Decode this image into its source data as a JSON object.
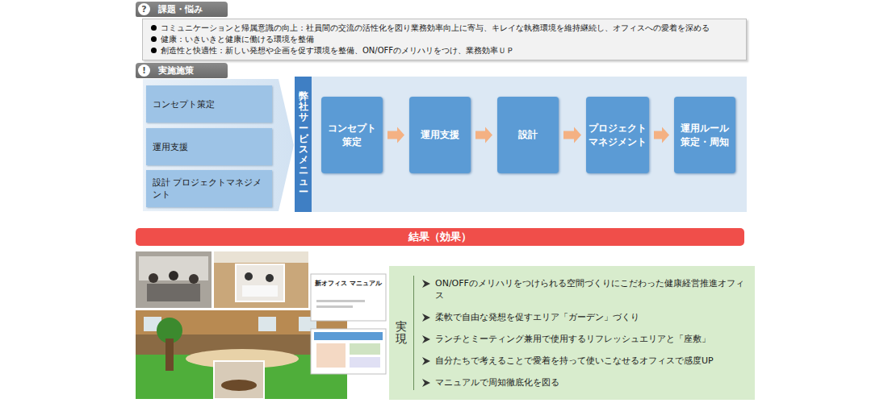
{
  "diagram": {
    "nodes": [
      {
        "text": [
          "課題・悩み"
        ]
      },
      {
        "text": [
          "コミュニケーションと帰属意識の向上：社員間の交流の活性化を図り業務効率向上に寄与、キレイな執務環境を維持継続し、オフィスへの愛着を深める",
          "健康：いきいきと健康に働ける環境を整備",
          "創造性と快適性：新しい発想や企画を促す環境を整備、ON/OFFのメリハリをつけ、業務効率ＵＰ"
        ]
      },
      {
        "text": [
          "実施施策"
        ]
      },
      {
        "text": [
          "コンセプト策定"
        ]
      },
      {
        "text": [
          "運用支援"
        ]
      },
      {
        "text": [
          "設計 プロジェクトマネジメント"
        ]
      },
      {
        "text": [
          "弊社サービスメニュー"
        ]
      },
      {
        "text": [
          "コンセプト策定"
        ]
      },
      {
        "text": [
          "運用支援"
        ]
      },
      {
        "text": [
          "設計"
        ]
      },
      {
        "text": [
          "プロジェクトマネジメント"
        ]
      },
      {
        "text": [
          "運用ルール策定・周知"
        ]
      },
      {
        "text": [
          "結果（効果）"
        ]
      },
      {
        "text": [
          "実現",
          "ON/OFFのメリハリをつけられる空間づくりにこだわった健康経営推進オフィス",
          "柔軟で自由な発想を促すエリア「ガーデン」づくり",
          "ランチとミーティング兼用で使用するリフレッシュエリアと「座敷」",
          "自分たちで考えることで愛着を持って使いこなせるオフィスで感度UP",
          "マニュアルで周知徹底化を図る"
        ]
      }
    ],
    "edges": [
      {
        "from": 7,
        "to": 8,
        "arrow": "to"
      },
      {
        "from": 8,
        "to": 9,
        "arrow": "to"
      },
      {
        "from": 9,
        "to": 10,
        "arrow": "to"
      },
      {
        "from": 10,
        "to": 11,
        "arrow": "to"
      }
    ],
    "labels": [
      "?",
      "!",
      "新オフィス マニュアル"
    ]
  }
}
